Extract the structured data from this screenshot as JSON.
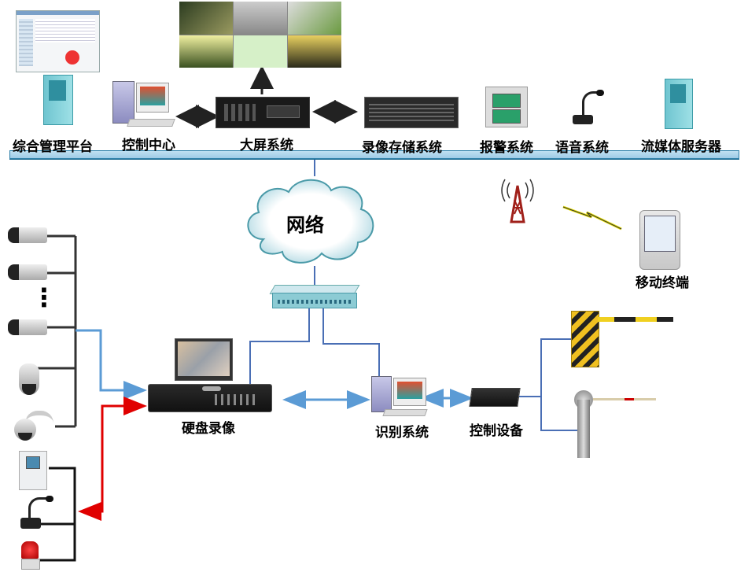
{
  "diagram": {
    "title": "",
    "top_devices": [
      {
        "id": "integrated-management-platform",
        "label": "综合管理平台"
      },
      {
        "id": "control-center",
        "label": "控制中心"
      },
      {
        "id": "video-wall-system",
        "label": "大屏系统"
      },
      {
        "id": "video-storage-system",
        "label": "录像存储系统"
      },
      {
        "id": "alarm-system",
        "label": "报警系统"
      },
      {
        "id": "voice-system",
        "label": "语音系统"
      },
      {
        "id": "streaming-media-server",
        "label": "流媒体服务器"
      }
    ],
    "network": {
      "label": "网络"
    },
    "mobile": {
      "label": "移动终端"
    },
    "dvr": {
      "label": "硬盘录像"
    },
    "recognition": {
      "label": "识别系统"
    },
    "controller": {
      "label": "控制设备"
    },
    "cameras_ellipsis": "⋮",
    "colors": {
      "bus": "#9fcbe6",
      "network_line": "#4a6fb5",
      "video_line": "#5b9bd5",
      "alarm_line": "#e00000",
      "device_line": "#222222"
    }
  }
}
